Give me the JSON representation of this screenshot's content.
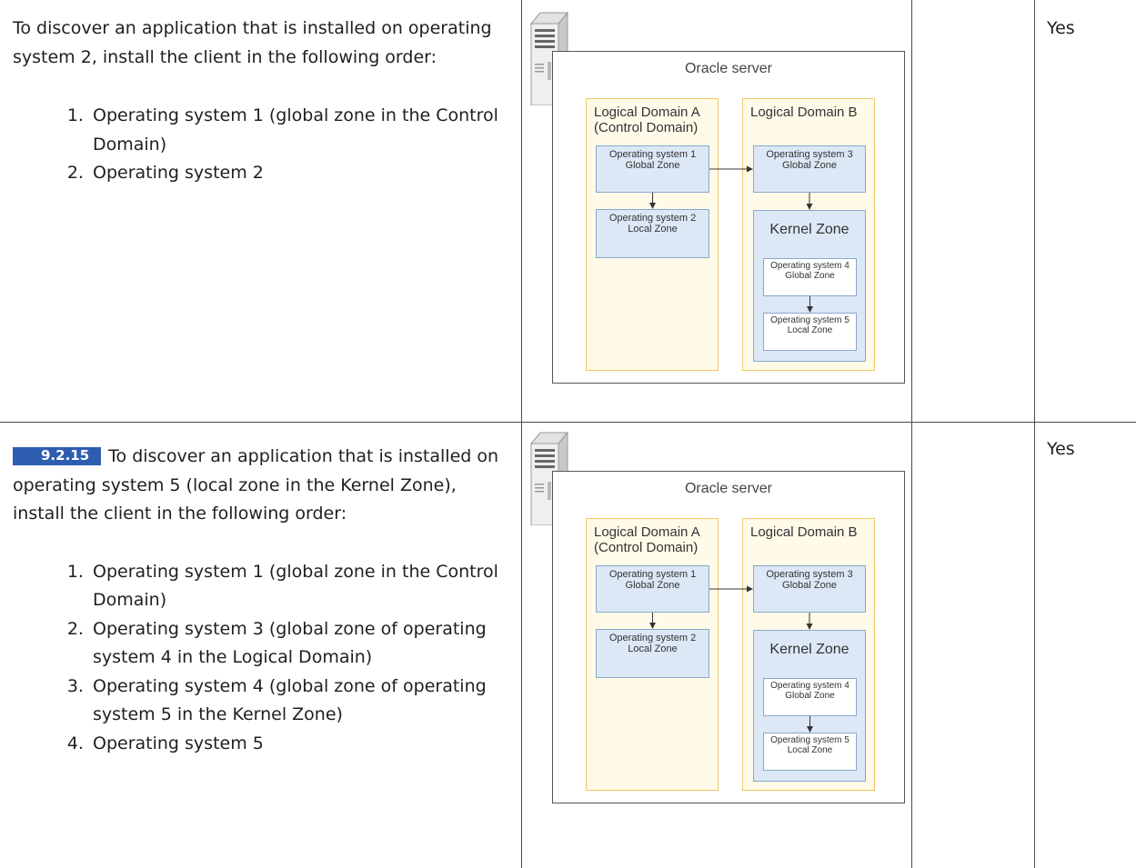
{
  "rows": [
    {
      "intro": "To discover an application that is installed on operating system 2, install the client in the following order:",
      "steps": [
        "Operating system 1 (global zone in the Control Domain)",
        "Operating system 2"
      ],
      "answer": "Yes"
    },
    {
      "badge": "9.2.15",
      "intro": "To discover an application that is installed on operating system 5 (local zone in the Kernel Zone), install the client in the following order:",
      "steps": [
        "Operating system 1 (global zone in the Control Domain)",
        "Operating system 3 (global zone of operating system 4 in the Logical Domain)",
        "Operating system 4 (global zone of operating system 5 in the Kernel Zone)",
        "Operating system 5"
      ],
      "answer": "Yes"
    }
  ],
  "diagram": {
    "server_title": "Oracle server",
    "ldom_a_line1": "Logical Domain A",
    "ldom_a_line2": "(Control Domain)",
    "ldom_b": "Logical Domain B",
    "kernel_zone": "Kernel Zone",
    "os1_name": "Operating system 1",
    "os1_zone": "Global Zone",
    "os2_name": "Operating system 2",
    "os2_zone": "Local Zone",
    "os3_name": "Operating system 3",
    "os3_zone": "Global Zone",
    "os4_name": "Operating system 4",
    "os4_zone": "Global Zone",
    "os5_name": "Operating system 5",
    "os5_zone": "Local Zone"
  },
  "colors": {
    "badge": "#2e5db0",
    "logical_domain_fill": "#fffbe8",
    "logical_domain_border": "#f1c868",
    "zone_fill": "#dce8f5",
    "zone_border": "#8aa7cc"
  }
}
